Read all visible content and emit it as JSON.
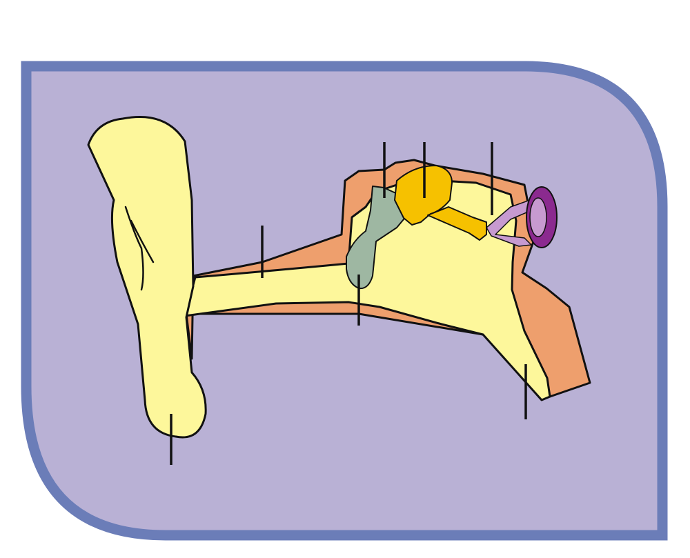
{
  "diagram": {
    "subject": "ear-cross-section",
    "labels": [],
    "colors": {
      "page_background": "#ffffff",
      "panel_border": "#6b7db8",
      "panel_fill": "#b9b1d5",
      "outline": "#111111",
      "outer_ear_and_canal": "#fdf79b",
      "bone_tissue": "#ee9f6d",
      "eardrum": "#9eb7a2",
      "ossicles": "#f6c100",
      "cochlea_outer": "#8b2a8f",
      "cochlea_inner": "#c79ad0",
      "pointer_lines": "#111111"
    },
    "pointer_line_count": 8,
    "parts": [
      "outer-ear",
      "ear-canal",
      "eardrum",
      "hammer",
      "anvil",
      "stirrup",
      "cochlea",
      "eustachian-tube"
    ]
  }
}
